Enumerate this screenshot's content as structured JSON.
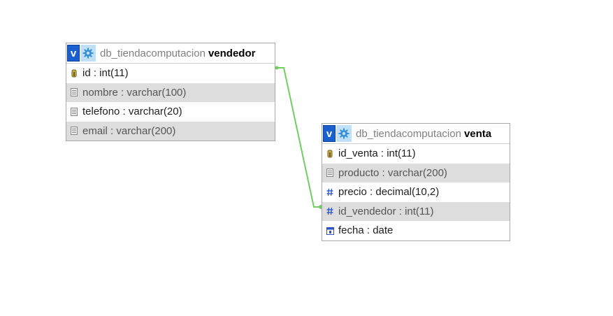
{
  "colors": {
    "relation_line": "#6fcf5f",
    "v_button": "#1a5fcf",
    "gear_button_bg": "#bfe0f7",
    "row_shade": "#dddddd",
    "border": "#a8a8a8"
  },
  "tables": {
    "vendedor": {
      "db": "db_tiendacomputacion",
      "name": "vendedor",
      "v_label": "v",
      "columns": [
        {
          "label": "id : int(11)",
          "icon": "primary-key-icon"
        },
        {
          "label": "nombre : varchar(100)",
          "icon": "text-column-icon"
        },
        {
          "label": "telefono : varchar(20)",
          "icon": "text-column-icon"
        },
        {
          "label": "email : varchar(200)",
          "icon": "text-column-icon"
        }
      ]
    },
    "venta": {
      "db": "db_tiendacomputacion",
      "name": "venta",
      "v_label": "v",
      "columns": [
        {
          "label": "id_venta : int(11)",
          "icon": "primary-key-icon"
        },
        {
          "label": "producto : varchar(200)",
          "icon": "text-column-icon"
        },
        {
          "label": "precio : decimal(10,2)",
          "icon": "numeric-column-icon"
        },
        {
          "label": "id_vendedor : int(11)",
          "icon": "numeric-column-icon"
        },
        {
          "label": "fecha : date",
          "icon": "date-column-icon"
        }
      ]
    }
  }
}
